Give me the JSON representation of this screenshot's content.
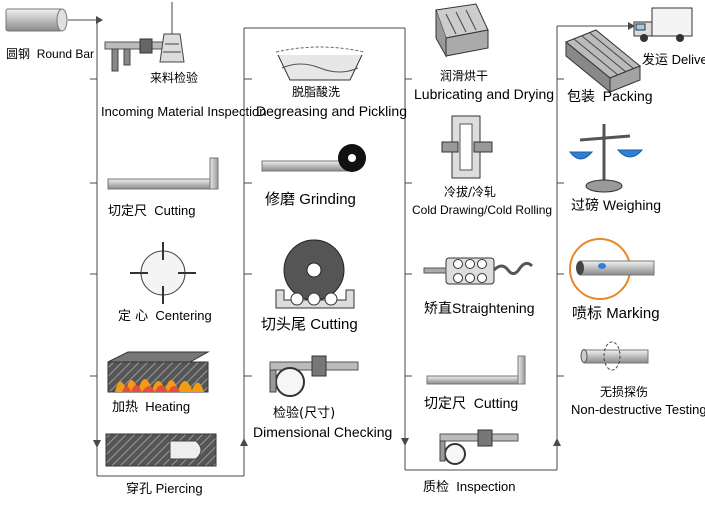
{
  "steps": [
    {
      "id": "round-bar",
      "cn": "圆钢",
      "en": "Round Bar"
    },
    {
      "id": "incoming",
      "cn": "来料检验",
      "en": "Incoming Material Inspection"
    },
    {
      "id": "cutting1",
      "cn": "切定尺",
      "en": "Cutting"
    },
    {
      "id": "centering",
      "cn": "定 心",
      "en": "Centering"
    },
    {
      "id": "heating",
      "cn": "加热",
      "en": "Heating"
    },
    {
      "id": "piercing",
      "cn": "穿孔",
      "en": "Piercing"
    },
    {
      "id": "degreasing",
      "cn": "脱脂酸洗",
      "en": "Degreasing and Pickling"
    },
    {
      "id": "grinding",
      "cn": "修磨",
      "en": "Grinding"
    },
    {
      "id": "cutting2",
      "cn": "切头尾",
      "en": "Cutting"
    },
    {
      "id": "dimensional",
      "cn": "检验(尺寸)",
      "en": "Dimensional Checking"
    },
    {
      "id": "lubricating",
      "cn": "润滑烘干",
      "en": "Lubricating and Drying"
    },
    {
      "id": "colddrawing",
      "cn": "冷拔/冷轧",
      "en": "Cold Drawing/Cold Rolling"
    },
    {
      "id": "straightening",
      "cn": "矫直",
      "en": "Straightening"
    },
    {
      "id": "cutting3",
      "cn": "切定尺",
      "en": "Cutting"
    },
    {
      "id": "inspection",
      "cn": "质检",
      "en": "Inspection"
    },
    {
      "id": "packing",
      "cn": "包装",
      "en": "Packing"
    },
    {
      "id": "weighing",
      "cn": "过磅",
      "en": "Weighing"
    },
    {
      "id": "marking",
      "cn": "喷标",
      "en": "Marking"
    },
    {
      "id": "ndt",
      "cn": "无损探伤",
      "en": "Non-destructive Testing"
    },
    {
      "id": "delivery",
      "cn": "发运",
      "en": "Delivery"
    }
  ],
  "colors": {
    "line": "#4a4a4a",
    "metal": "#c9c9c9",
    "dark": "#333333",
    "flame": "#f39c12",
    "blue": "#2e7fd6",
    "highlight": "#e8872a"
  }
}
